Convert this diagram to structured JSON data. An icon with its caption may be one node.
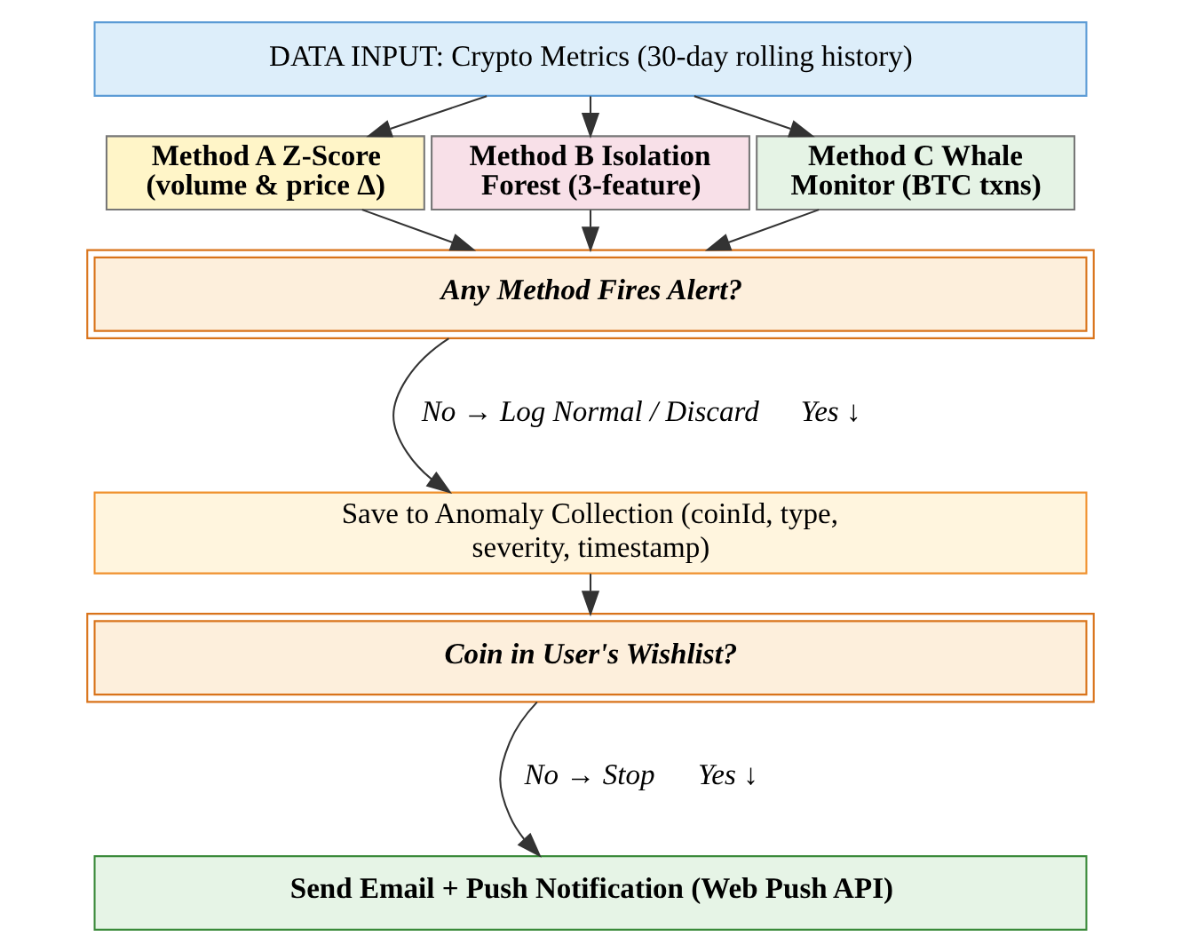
{
  "diagram": {
    "nodes": [
      {
        "text": [
          "DATA INPUT: Crypto Metrics (30-day rolling history)"
        ]
      },
      {
        "text": [
          "Method A Z-Score (volume & price Δ)"
        ]
      },
      {
        "text": [
          "Method B Isolation Forest (3-feature)"
        ]
      },
      {
        "text": [
          "Method C Whale Monitor (BTC txns)"
        ]
      },
      {
        "text": [
          "Any Method Fires Alert?"
        ]
      },
      {
        "text": [
          "Save to Anomaly Collection (coinId, type, severity, timestamp)"
        ]
      },
      {
        "text": [
          "Coin in User's Wishlist?"
        ]
      },
      {
        "text": [
          "Send Email + Push Notification (Web Push API)"
        ]
      }
    ],
    "edges": [
      {
        "from": 0,
        "to": 1,
        "arrow": "to"
      },
      {
        "from": 0,
        "to": 2,
        "arrow": "to"
      },
      {
        "from": 0,
        "to": 3,
        "arrow": "to"
      },
      {
        "from": 1,
        "to": 4,
        "arrow": "to"
      },
      {
        "from": 2,
        "to": 4,
        "arrow": "to"
      },
      {
        "from": 3,
        "to": 4,
        "arrow": "to"
      },
      {
        "from": 4,
        "to": 5,
        "arrow": "to"
      },
      {
        "from": 5,
        "to": 6,
        "arrow": "to"
      },
      {
        "from": 6,
        "to": 7,
        "arrow": "to"
      }
    ],
    "labels": [
      "No → Log Normal / Discard",
      "Yes ↓",
      "No → Stop",
      "Yes ↓"
    ]
  }
}
